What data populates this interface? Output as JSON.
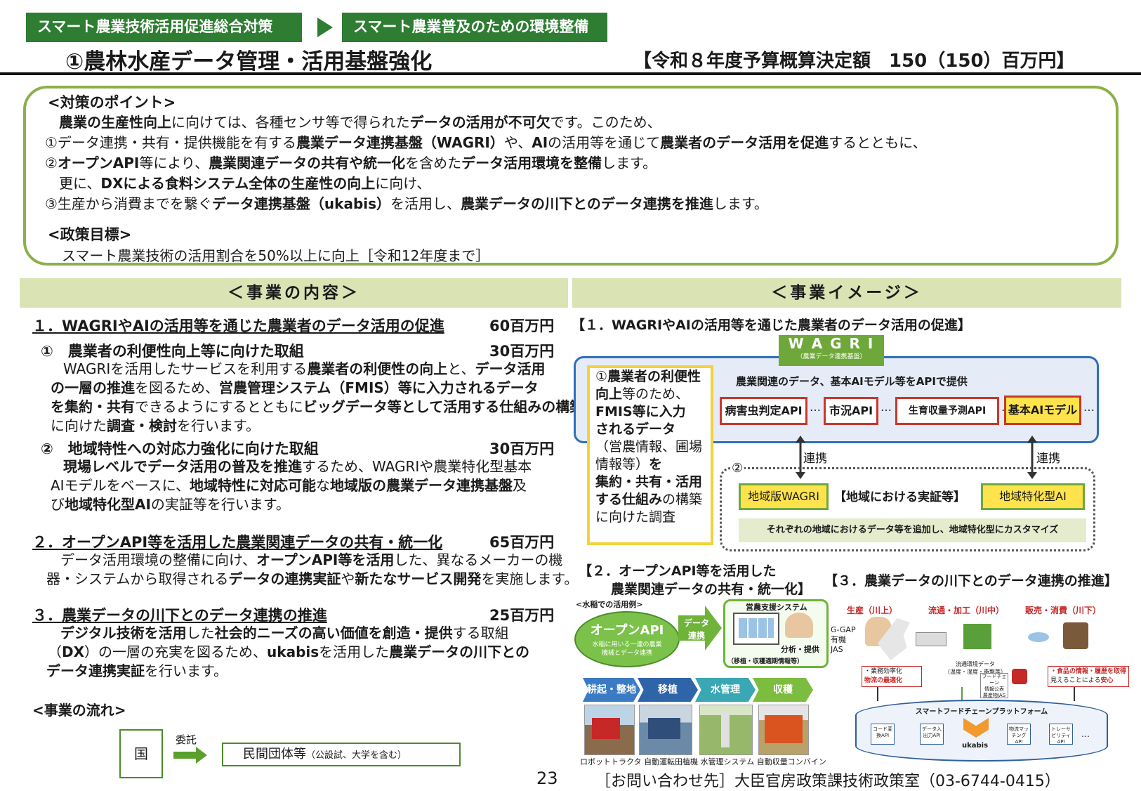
{
  "header": {
    "tag1": "スマート農業技術活用促進総合対策",
    "tag2": "スマート農業普及のための環境整備",
    "title": "①農林水産データ管理・活用基盤強化",
    "budget": "【令和８年度予算概算決定額　150（150）百万円】"
  },
  "points": {
    "heading": "<対策のポイント>",
    "l1a": "農業の生産性向上",
    "l1b": "に向けては、各種センサ等で得られた",
    "l1c": "データの活用が不可欠",
    "l1d": "です。このため、",
    "l2a": "①データ連携・共有・提供機能を有する",
    "l2b": "農業データ連携基盤（WAGRI）",
    "l2c": "や、",
    "l2d": "AI",
    "l2e": "の活用等を通じて",
    "l2f": "農業者のデータ活用を促進",
    "l2g": "するとともに、",
    "l3a": "②",
    "l3b": "オープンAPI",
    "l3c": "等により、",
    "l3d": "農業関連データの共有や統一化",
    "l3e": "を含めた",
    "l3f": "データ活用環境を整備",
    "l3g": "します。",
    "l4a": "更に、",
    "l4b": "DXによる食料システム全体の生産性の向上",
    "l4c": "に向け、",
    "l5a": "③生産から消費までを繋ぐ",
    "l5b": "データ連携基盤（ukabis）",
    "l5c": "を活用し、",
    "l5d": "農業データの川下とのデータ連携を推進",
    "l5e": "します。",
    "goal_heading": "<政策目標>",
    "goal_text": "スマート農業技術の活用割合を50%以上に向上［令和12年度まで］"
  },
  "left": {
    "bar": "＜事業の内容＞",
    "s1_title": "１．WAGRIやAIの活用等を通じた農業者のデータ活用の促進",
    "s1_amt": "60百万円",
    "s1a_title": "①　農業者の利便性向上等に向けた取組",
    "s1a_amt": "30百万円",
    "s1a_1": "WAGRIを活用したサービスを利用する",
    "s1a_2": "農業者の利便性の向上",
    "s1a_3": "と、",
    "s1a_4": "データ活用",
    "s1a_5": "の一層の推進",
    "s1a_6": "を図るため、",
    "s1a_7": "営農管理システム（FMIS）等に入力されるデータ",
    "s1a_8": "を集約・共有",
    "s1a_9": "できるようにするとともに",
    "s1a_10": "ビッグデータ等として活用する仕組みの構築",
    "s1a_11": "に向けた",
    "s1a_12": "調査・検討",
    "s1a_13": "を行います。",
    "s1b_title": "②　地域特性への対応力強化に向けた取組",
    "s1b_amt": "30百万円",
    "s1b_1": "現場レベルでデータ活用の普及を推進",
    "s1b_2": "するため、WAGRIや農業特化型基本",
    "s1b_3": "AIモデルをベースに、",
    "s1b_4": "地域特性に対応可能",
    "s1b_5": "な",
    "s1b_6": "地域版の農業データ連携基盤",
    "s1b_7": "及",
    "s1b_8": "び",
    "s1b_9": "地域特化型AI",
    "s1b_10": "の実証等を行います。",
    "s2_title": "２．オープンAPI等を活用した農業関連データの共有・統一化",
    "s2_amt": "65百万円",
    "s2_1": "データ活用環境の整備に向け、",
    "s2_2": "オープンAPI等を活用",
    "s2_3": "した、異なるメーカーの機",
    "s2_4": "器・システムから取得される",
    "s2_5": "データの連携実証",
    "s2_6": "や",
    "s2_7": "新たなサービス開発",
    "s2_8": "を実施します。",
    "s3_title": "３．農業データの川下とのデータ連携の推進",
    "s3_amt": "25百万円",
    "s3_1": "デジタル技術を活用",
    "s3_2": "した",
    "s3_3": "社会的ニーズの高い価値を創造・提供",
    "s3_4": "する取組",
    "s3_5": "（",
    "s3_6": "DX",
    "s3_7": "）の一層の充実を図るため、",
    "s3_8": "ukabis",
    "s3_9": "を活用した",
    "s3_10": "農業データの川下との",
    "s3_11": "データ連携実証",
    "s3_12": "を行います。",
    "flow_heading": "<事業の流れ>",
    "flow_country": "国",
    "flow_itaku": "委託",
    "flow_private": "民間団体等",
    "flow_private_note": "（公設試、大学を含む）"
  },
  "right": {
    "bar": "＜事業イメージ＞",
    "h1": "【１．WAGRIやAIの活用等を通じた農業者のデータ活用の促進】",
    "wagri_logo": "W A G R I",
    "wagri_sub": "（農業データ連携基盤）",
    "ybox_1": "①",
    "ybox_2": "農業者の利便性",
    "ybox_3": "向上",
    "ybox_4": "等のため、",
    "ybox_5": "FMIS等に入力",
    "ybox_6": "されるデータ",
    "ybox_7": "（営農情報、圃場",
    "ybox_8": "情報等）",
    "ybox_9": "を",
    "ybox_10": "集約・共有・活用",
    "ybox_11": "する仕組み",
    "ybox_12": "の構築",
    "ybox_13": "に向けた調査",
    "blue_text": "農業関連のデータ、基本AIモデル等をAPIで提供",
    "api1": "病害虫判定API",
    "api2": "市況API",
    "api3": "生育収量予測API",
    "api4": "基本AIモデル",
    "dots": "…",
    "renkei1": "連携",
    "renkei2": "連携",
    "num2": "②",
    "local_wagri": "地域版WAGRI",
    "local_mid": "【地域における実証等】",
    "local_ai": "地域特化型AI",
    "local_note": "それぞれの地域におけるデータ等を追加し、地域特化型にカスタマイズ",
    "h2a": "【２．オープンAPI等を活用した",
    "h2b": "農業関連データの共有・統一化】",
    "rice": "<水稲での活用例>",
    "openapi": "オープンAPI",
    "openapi_sub1": "水稲に用いる一連の農業",
    "openapi_sub2": "機械とデータ連携",
    "data_renkei1": "データ",
    "data_renkei2": "連携",
    "einou": "営農支援システム",
    "analysis": "分析・提供",
    "analysis_sub": "（移植・収穫適期情報等）",
    "stage1": "耕起・整地",
    "stage2": "移植",
    "stage3": "水管理",
    "stage4": "収穫",
    "m1": "ロボットトラクタ",
    "m2": "自動運転田植機",
    "m3": "水管理システム",
    "m4": "自動収量コンバイン",
    "h3": "【３．農業データの川下とのデータ連携の推進】",
    "prod": "生産（川上）",
    "dist": "流通・加工（川中）",
    "sale": "販売・消費（川下）",
    "ggap1": "G-GAP",
    "ggap2": "有機",
    "ggap3": "JAS",
    "n1a": "・業務効率化",
    "n1b": "物流の最適化",
    "n2a": "流通環境データ",
    "n2b": "（温度・湿度・衝撃等）",
    "n3a": "フードチェーン",
    "n3b": "情報公表",
    "n3c": "農産物JAS",
    "n4a": "・食品の情報・履歴を取得",
    "n4b": "見えることによる",
    "n4c": "安心",
    "platform": "スマートフードチェーンプラットフォーム",
    "pa1": "コード変換API",
    "pa2": "データ入出力API",
    "pa3": "物流マッチングAPI",
    "pa4": "トレーサビリティAPI",
    "ukabis": "ukabis"
  },
  "footer": {
    "page": "23",
    "contact": "［お問い合わせ先］大臣官房政策課技術政策室（03-6744-0415）"
  }
}
